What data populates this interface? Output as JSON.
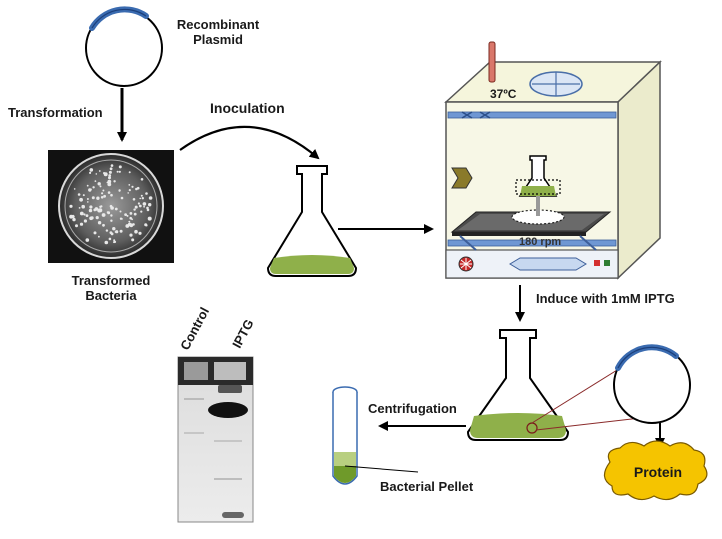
{
  "labels": {
    "recombinant_plasmid_line1": "Recombinant",
    "recombinant_plasmid_line2": "Plasmid",
    "transformation": "Transformation",
    "inoculation": "Inoculation",
    "transformed_bacteria_line1": "Transformed",
    "transformed_bacteria_line2": "Bacteria",
    "temperature": "37ºC",
    "shaker_speed": "180 rpm",
    "induce": "Induce with 1mM IPTG",
    "centrifugation": "Centrifugation",
    "bacterial_pellet": "Bacterial Pellet",
    "protein": "Protein",
    "gel_lane_control": "Control",
    "gel_lane_iptg": "IPTG"
  },
  "colors": {
    "culture_green": "#8fb04a",
    "plasmid_insert_blue": "#3a6bb0",
    "protein_yellow": "#f5c400",
    "incubator_panel": "#f5f5dc",
    "frame_blue": "#6f97d3"
  }
}
